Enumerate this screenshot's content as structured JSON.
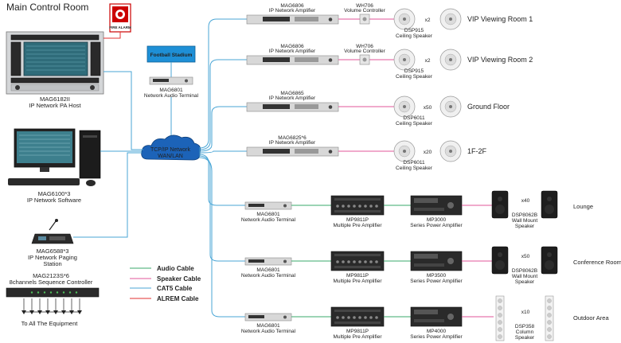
{
  "title": "Main Control Room",
  "fire_alarm": "FIRE ALARM",
  "football_stadium": "Football Stadium",
  "left_devices": {
    "host_model": "MAG6182II",
    "host_name": "IP Network PA Host",
    "software_model": "MAG6100*3",
    "software_name": "IP Network Software",
    "paging_model": "MAG6588*3",
    "paging_name1": "IP Network Paging",
    "paging_name2": "Station",
    "seq_model": "MAG2123S*6",
    "seq_name": "8channels Sequence Controller",
    "seq_footer": "To All The Equipment"
  },
  "terminal_top": {
    "model": "MAG6801",
    "name": "Network Audio Terminal"
  },
  "cloud": {
    "line1": "TCP/IP Network",
    "line2": "WAN/LAN"
  },
  "legend": {
    "audio": "Audio Cable",
    "speaker": "Speaker Cable",
    "cat5": "CAT5 Cable",
    "alarm": "ALREM Cable"
  },
  "colors": {
    "audio": "#3aa86b",
    "speaker": "#e0559a",
    "cat5": "#4aa6d6",
    "alarm": "#e03030"
  },
  "ip_rows": [
    {
      "amp_model": "MAG6806",
      "amp_name": "IP Network Amplifier",
      "vc_model": "WH706",
      "vc_name": "Volume Controller",
      "qty": "x2",
      "spk_model": "DSP915",
      "spk_name": "Ceiling Speaker",
      "room": "VIP Viewing Room 1"
    },
    {
      "amp_model": "MAG6806",
      "amp_name": "IP Network Amplifier",
      "vc_model": "WH706",
      "vc_name": "Volume Controller",
      "qty": "x2",
      "spk_model": "DSP915",
      "spk_name": "Ceiling Speaker",
      "room": "VIP Viewing Room 2"
    },
    {
      "amp_model": "MAG6865",
      "amp_name": "IP Network Amplifier",
      "vc_model": "",
      "vc_name": "",
      "qty": "x50",
      "spk_model": "DSP6011",
      "spk_name": "Ceiling Speaker",
      "room": "Ground Floor"
    },
    {
      "amp_model": "MAG6825*6",
      "amp_name": "IP Network Amplifier",
      "vc_model": "",
      "vc_name": "",
      "qty": "x20",
      "spk_model": "DSP6011",
      "spk_name": "Ceiling Speaker",
      "room": "1F-2F"
    }
  ],
  "term_rows": [
    {
      "term_model": "MAG6801",
      "term_name": "Network Audio Terminal",
      "pre_model": "MP9811P",
      "pre_name": "Multiple Pre Amplifier",
      "pow_model": "MP3000",
      "pow_name": "Series Power Amplifier",
      "qty": "x40",
      "spk_model": "DSP8062B",
      "spk_name1": "Wall Mount",
      "spk_name2": "Speaker",
      "room": "Lounge"
    },
    {
      "term_model": "MAG6801",
      "term_name": "Network Audio Terminal",
      "pre_model": "MP9811P",
      "pre_name": "Multiple Pre Amplifier",
      "pow_model": "MP3500",
      "pow_name": "Series Power Amplifier",
      "qty": "x50",
      "spk_model": "DSP8062B",
      "spk_name1": "Wall Mount",
      "spk_name2": "Speaker",
      "room": "Conference Room"
    },
    {
      "term_model": "MAG6801",
      "term_name": "Network Audio Terminal",
      "pre_model": "MP9811P",
      "pre_name": "Multiple Pre Amplifier",
      "pow_model": "MP4000",
      "pow_name": "Series Power Amplifier",
      "qty": "x10",
      "spk_model": "DSP358",
      "spk_name1": "Column",
      "spk_name2": "Speaker",
      "room": "Outdoor Area"
    }
  ]
}
